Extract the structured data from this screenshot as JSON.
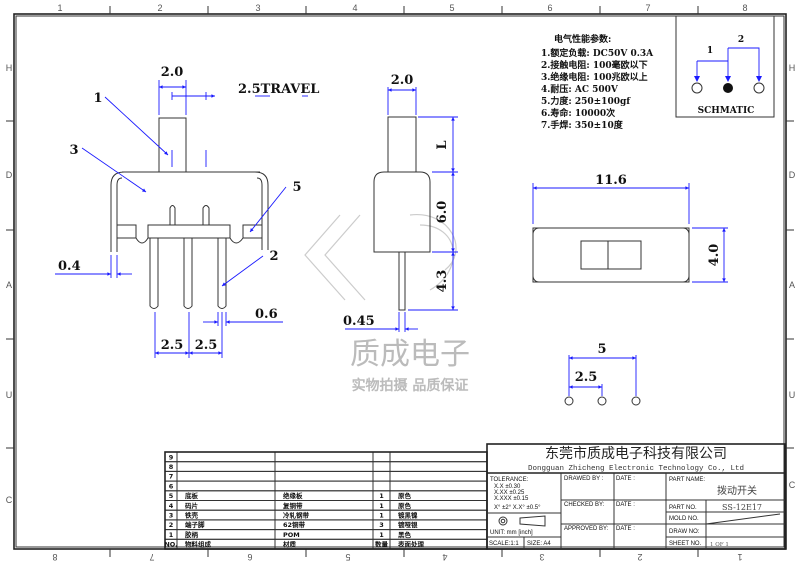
{
  "border": {
    "top_numbers": [
      "1",
      "2",
      "3",
      "4",
      "5",
      "6",
      "7",
      "8"
    ],
    "bottom_numbers": [
      "8",
      "7",
      "6",
      "5",
      "4",
      "3",
      "2",
      "1"
    ],
    "side_letters": [
      "H",
      "D",
      "A",
      "U",
      "C"
    ]
  },
  "side_view": {
    "dim_actuator_width": "2.0",
    "dim_travel": "2.5TRAVEL",
    "dim_shell_thickness": "0.4",
    "dim_pin_width": "0.6",
    "dim_pitch_1": "2.5",
    "dim_pitch_2": "2.5",
    "callouts": [
      "1",
      "2",
      "3",
      "5"
    ]
  },
  "end_view": {
    "dim_actuator_width": "2.0",
    "dim_actuator_length": "L",
    "dim_body_height": "6.0",
    "dim_pin_length": "4.3",
    "dim_pin_thickness": "0.45"
  },
  "top_view": {
    "dim_length": "11.6",
    "dim_width": "4.0"
  },
  "footprint": {
    "dim_total": "5",
    "dim_pitch": "2.5"
  },
  "specs": {
    "title": "电气性能参数:",
    "items": [
      "1.额定负载: DC50V 0.3A",
      "2.接触电阻: 100毫欧以下",
      "3.绝缘电阻: 100兆欧以上",
      "4.耐压: AC 500V",
      "5.力度: 250±100gf",
      "6.寿命: 10000次",
      "7.手焊: 350±10度"
    ]
  },
  "schematic": {
    "label": "SCHMATIC",
    "terminal_1": "1",
    "terminal_2": "2"
  },
  "watermark": {
    "brand": "质成电子",
    "slogan": "实物拍摄 品质保证"
  },
  "bom": {
    "rows": [
      {
        "no": "9",
        "part": "",
        "material": "",
        "qty": "",
        "finish": ""
      },
      {
        "no": "8",
        "part": "",
        "material": "",
        "qty": "",
        "finish": ""
      },
      {
        "no": "7",
        "part": "",
        "material": "",
        "qty": "",
        "finish": ""
      },
      {
        "no": "6",
        "part": "",
        "material": "",
        "qty": "",
        "finish": ""
      },
      {
        "no": "5",
        "part": "底板",
        "material": "绝缘板",
        "qty": "1",
        "finish": "原色"
      },
      {
        "no": "4",
        "part": "码片",
        "material": "复铜带",
        "qty": "1",
        "finish": "原色"
      },
      {
        "no": "3",
        "part": "铁壳",
        "material": "冷轧钢带",
        "qty": "1",
        "finish": "镀黑镍"
      },
      {
        "no": "2",
        "part": "端子脚",
        "material": "62铜带",
        "qty": "3",
        "finish": "镀哑银"
      },
      {
        "no": "1",
        "part": "胶柄",
        "material": "POM",
        "qty": "1",
        "finish": "黑色"
      }
    ],
    "header": {
      "no": "NO.",
      "part": "物料组成",
      "material": "材质",
      "qty": "数量",
      "finish": "表面处理"
    }
  },
  "title_block": {
    "company_cn": "东莞市质成电子科技有限公司",
    "company_en": "Dongguan Zhicheng Electronic Technology Co., Ltd",
    "tolerance_label": "TOLERANCE:",
    "tol_1": "X.X    ±0.30",
    "tol_2": "X.XX   ±0.25",
    "tol_3": "X.XXX  ±0.15",
    "tol_angle": "X°  ±2°      X.X°  ±0.5°",
    "unit": "UNIT:  mm  [inch]",
    "scale": "SCALE:1:1",
    "size": "SIZE:  A4",
    "drawed_by": "DRAWED BY :",
    "checked_by": "CHECKED BY:",
    "approved_by": "APPROVED BY:",
    "date": "DATE :",
    "part_name_label": "PART NAME:",
    "part_name": "拨动开关",
    "part_no_label": "PART NO.",
    "part_no": "SS-12E17",
    "mold_no_label": "MOLD NO.",
    "draw_no_label": "DRAW NO:",
    "sheet_no_label": "SHEET NO.",
    "sheet_no": "1 OF 1"
  }
}
